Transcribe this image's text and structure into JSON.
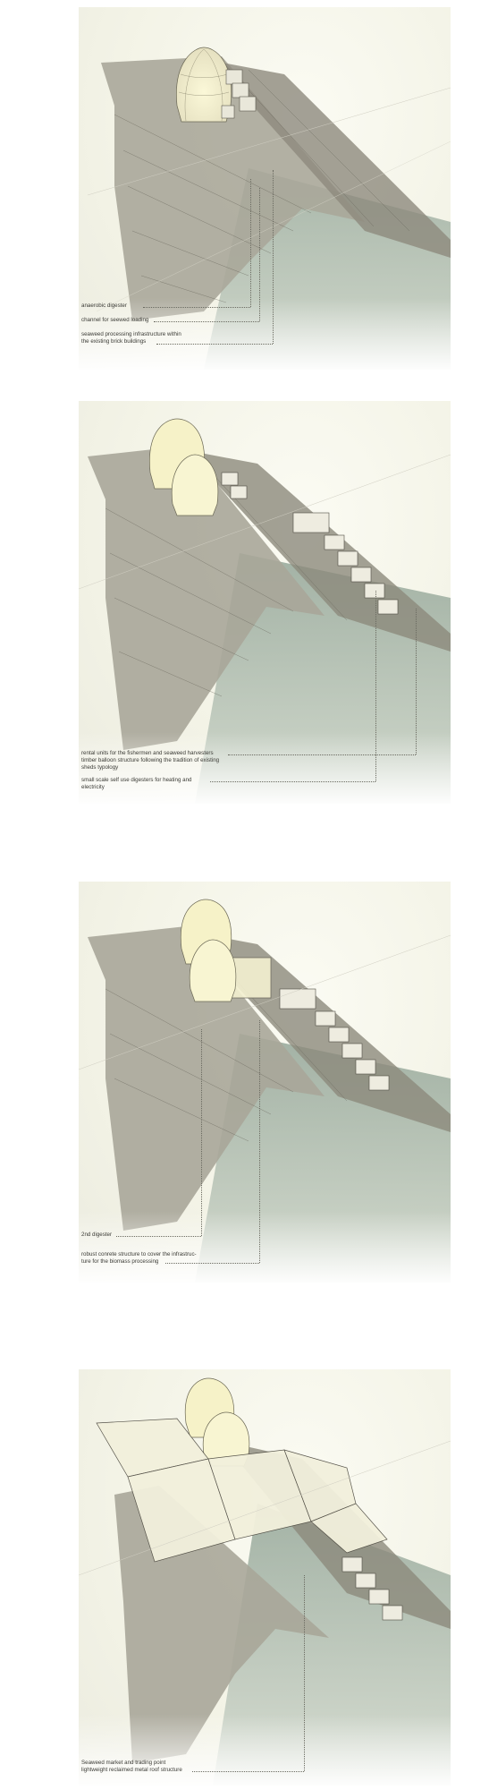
{
  "panels": [
    {
      "id": "stage-1",
      "labels": [
        "anaerobic digester",
        "channel for seewed loading",
        "seaweed processing infrastructure within",
        "the existing brick buildings"
      ]
    },
    {
      "id": "stage-2",
      "labels": [
        "rental units for the fishermen and seaweed harvesters",
        "timber balloon structure following the tradition of existing",
        "sheds typology",
        "small scale self use digesters for heating and",
        "electricity"
      ]
    },
    {
      "id": "stage-3",
      "labels": [
        "2nd digester",
        "robust conrete structure to cover the infrastruc-",
        "ture for the biomass processing"
      ]
    },
    {
      "id": "stage-4",
      "labels": [
        "Seaweed market and trading point",
        "lightweight reclaimed metal roof structure"
      ]
    }
  ],
  "colors": {
    "paper": "#f3f3e6",
    "pier": "#a7a496",
    "pier_dark": "#6f6c60",
    "water": "#8fa294",
    "digester_glow": "#f6f2c8",
    "roof": "#f2f0dc"
  }
}
